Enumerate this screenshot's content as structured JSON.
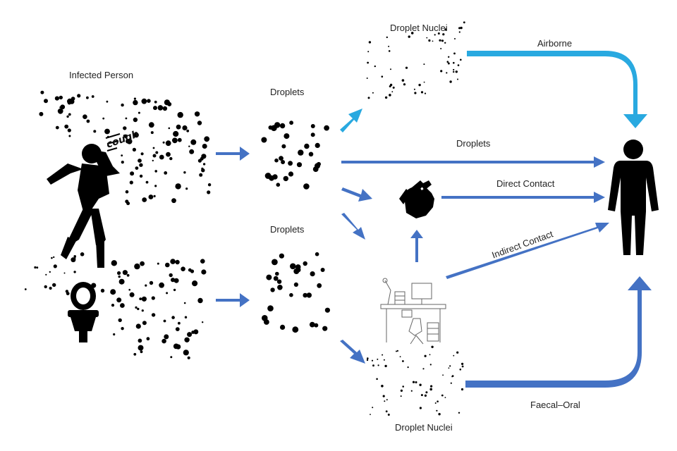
{
  "labels": {
    "infected_person": "Infected Person",
    "droplets_top": "Droplets",
    "droplets_bottom": "Droplets",
    "droplet_nuclei_top": "Droplet Nuclei",
    "droplet_nuclei_bottom": "Droplet Nuclei",
    "cough": "cough"
  },
  "routes": {
    "airborne": "Airborne",
    "droplets": "Droplets",
    "direct_contact": "Direct Contact",
    "indirect_contact": "Indirect Contact",
    "faecal_oral": "Faecal–Oral"
  },
  "icons": {
    "source_person": "coughing-person-icon",
    "source_toilet": "toilet-icon",
    "hand": "hand-icon",
    "surface": "office-desk-icon",
    "recipient": "person-icon"
  },
  "colors": {
    "main_arrow": "#4472c4",
    "airborne_arrow": "#29a9e0",
    "ink": "#000000",
    "text": "#222222"
  }
}
